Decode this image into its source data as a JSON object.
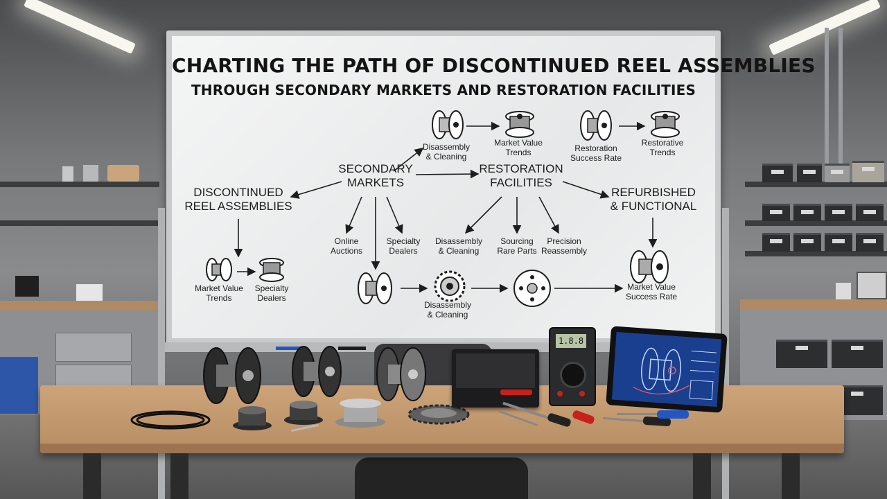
{
  "board": {
    "title_line1": "CHARTING THE PATH OF DISCONTINUED REEL ASSEMBLIES",
    "title_line2": "THROUGH SECONDARY MARKETS AND RESTORATION FACILITIES"
  },
  "nodes": {
    "discontinued": "DISCONTINUED\nREEL ASSEMBLIES",
    "secondary": "SECONDARY\nMARKETS",
    "restoration": "RESTORATION\nFACILITIES",
    "refurbished": "REFURBISHED\n& FUNCTIONAL"
  },
  "labels": {
    "top_disassembly": "Disassembly\n& Cleaning",
    "top_market_value": "Market Value\nTrends",
    "top_restoration_success": "Restoration\nSuccess Rate",
    "top_restorative_trends": "Restorative\nTrends",
    "online_auctions": "Online\nAuctions",
    "specialty_dealers_mid": "Specialty\nDealers",
    "mid_disassembly": "Disassembly\n& Cleaning",
    "sourcing_rare_parts": "Sourcing\nRare Parts",
    "precision_reassembly": "Precision\nReassembly",
    "left_market_value": "Market Value\nTrends",
    "left_specialty_dealers": "Specialty\nDealers",
    "bottom_disassembly": "Disassembly\n& Cleaning",
    "bottom_market_success": "Market Value\nSuccess Rate"
  },
  "multimeter_reading": "1.8.8",
  "colors": {
    "ink": "#1d1d1d",
    "board": "#eeeff0",
    "desk": "#c79b70",
    "tablet_screen": "#1a3f8f",
    "tool_handle": "#c8211b"
  }
}
